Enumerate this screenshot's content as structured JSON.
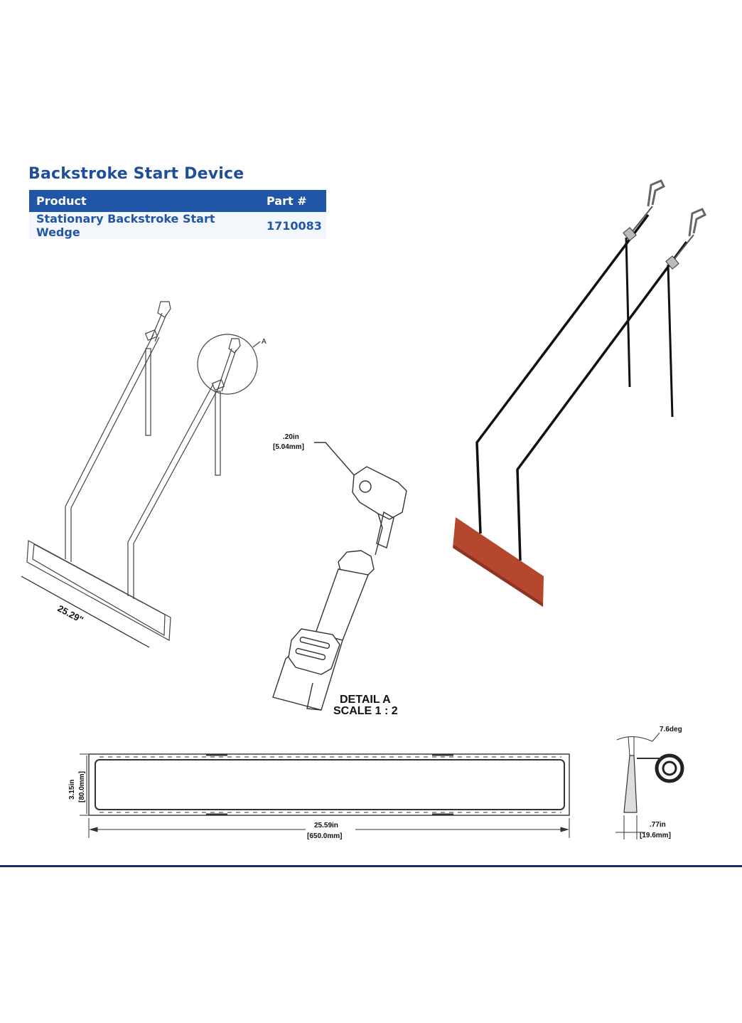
{
  "title": "Backstroke Start Device",
  "table": {
    "headers": [
      "Product",
      "Part #"
    ],
    "rows": [
      [
        "Stationary Backstroke Start Wedge",
        "1710083"
      ]
    ]
  },
  "labels": {
    "iso_width": "25.29\"",
    "detail_callout": "A",
    "strap_width_in": ".20in",
    "strap_width_mm": "[5.04mm]",
    "detail_title": "DETAIL A",
    "detail_scale": "SCALE 1 : 2",
    "height_in": "3.15in",
    "height_mm": "[80.0mm]",
    "length_in": "25.59in",
    "length_mm": "[650.0mm]",
    "angle": "7.6deg",
    "thick_in": ".77in",
    "thick_mm": "[19.6mm]"
  },
  "colors": {
    "title": "#1f4e9a",
    "table_header": "#2156a6",
    "wedge": "#b5472f",
    "rule": "#1d2f5a"
  }
}
